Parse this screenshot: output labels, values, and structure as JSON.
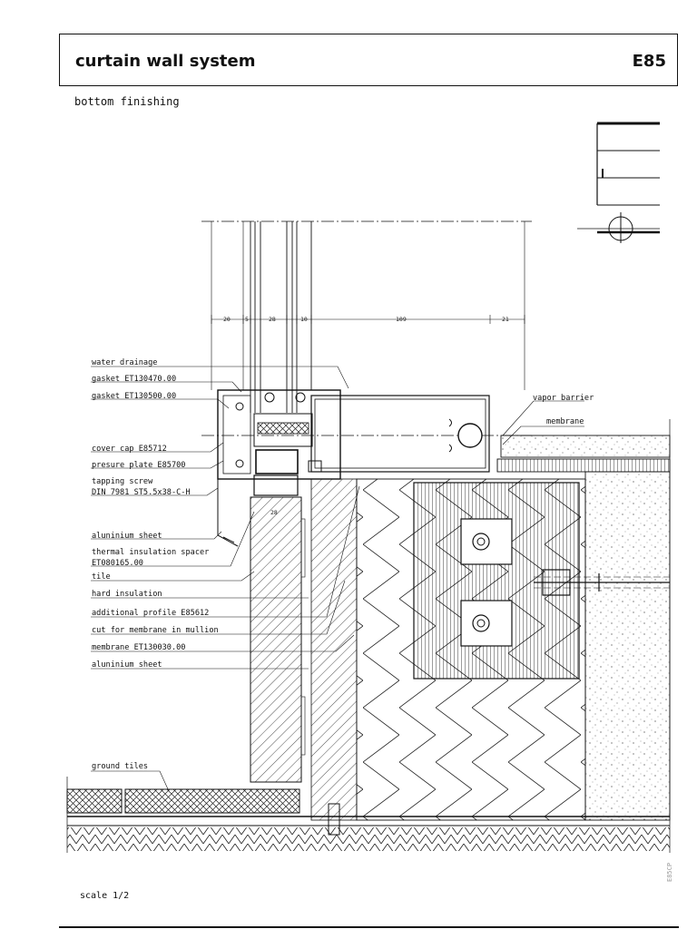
{
  "header": {
    "title": "curtain wall system",
    "code": "E85"
  },
  "subtitle": "bottom finishing",
  "scale": "scale 1/2",
  "side_code": "E85CP",
  "dimensions": {
    "d20": "20",
    "d5": "5",
    "d28": "28",
    "d10": "10",
    "d109": "109",
    "d21": "21",
    "d28b": "28"
  },
  "labels": {
    "left": [
      "water drainage",
      "gasket ET130470.00",
      "gasket ET130500.00",
      "cover cap E85712",
      "presure plate E85700",
      "tapping screw",
      "DIN 7981 ST5.5x38-C-H",
      "aluninium sheet",
      "thermal insulation spacer",
      "ET080165.00",
      "tile",
      "hard insulation",
      "additional profile E85612",
      "cut for membrane in mullion",
      "membrane ET130030.00",
      "aluninium sheet",
      "ground tiles"
    ],
    "right": [
      "vapor barrier",
      "membrane"
    ]
  }
}
